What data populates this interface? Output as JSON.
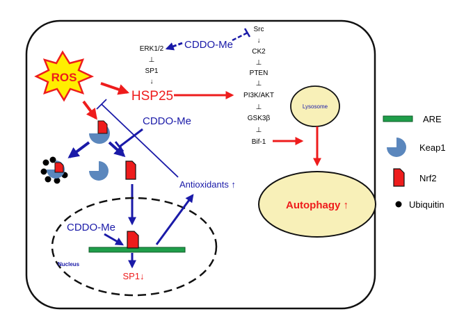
{
  "labels": {
    "ros": "ROS",
    "cddo_top": "CDDO-Me",
    "cddo_mid": "CDDO-Me",
    "cddo_nucleus": "CDDO-Me",
    "erk": "ERK1/2",
    "sp1_upper": "SP1",
    "hsp25": "HSP25",
    "src": "Src",
    "ck2": "CK2",
    "pten": "PTEN",
    "pi3k": "PI3K/AKT",
    "gsk": "GSK3β",
    "bif": "Bif-1",
    "antioxidants": "Antioxidants ↑",
    "lysosome": "Lysosome",
    "autophagy": "Autophagy ↑",
    "nucleus": "Nucleus",
    "sp1_down": "SP1↓",
    "symbol_down": "↓",
    "symbol_inhibit": "⊥"
  },
  "legend": {
    "are": "ARE",
    "keap1": "Keap1",
    "nrf2": "Nrf2",
    "ubiquitin": "Ubiquitin"
  },
  "colors": {
    "red": "#ee1c1c",
    "blue": "#1a1aa8",
    "keap_blue": "#5b87bd",
    "are_green": "#1f9e4a",
    "ros_yellow": "#ffee00",
    "autophagy_fill": "#f8f0b8"
  }
}
